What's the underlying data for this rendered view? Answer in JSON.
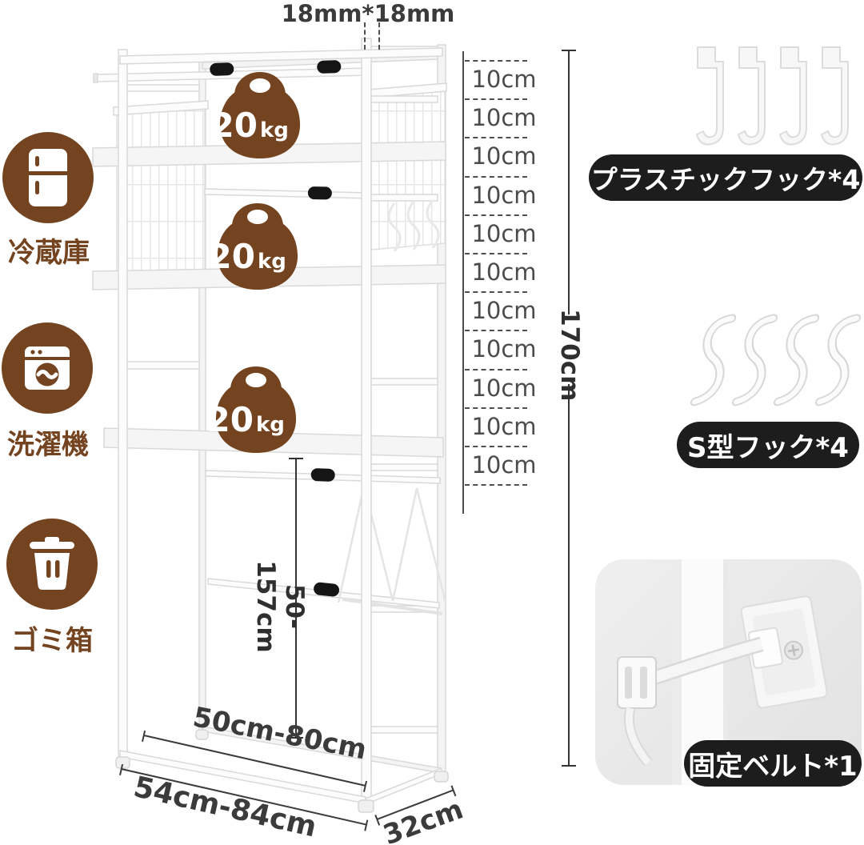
{
  "colors": {
    "brown": "#74431f",
    "pill_bg": "#1d1d1d",
    "pill_text": "#ffffff",
    "dimension_text": "#3b3b3b",
    "frame_white": "#fcfcfc",
    "frame_edge": "#d9d9d9"
  },
  "annotations": {
    "tube_size": "18mm*18mm",
    "segments": [
      "10cm",
      "10cm",
      "10cm",
      "10cm",
      "10cm",
      "10cm",
      "10cm",
      "10cm",
      "10cm",
      "10cm",
      "10cm"
    ],
    "total_height": "170cm",
    "inner_height": "50-157cm",
    "inner_width": "50cm-80cm",
    "outer_width": "54cm-84cm",
    "depth": "32cm"
  },
  "load_badge": {
    "value": "20",
    "unit": "kg"
  },
  "appliances": [
    {
      "label": "冷蔵庫",
      "icon": "refrigerator-icon"
    },
    {
      "label": "洗濯機",
      "icon": "washing-machine-icon"
    },
    {
      "label": "ゴミ箱",
      "icon": "trash-bin-icon"
    }
  ],
  "accessories": [
    {
      "label": "プラスチックフック*4",
      "count": 4
    },
    {
      "label": "S型フック*4",
      "count": 4
    },
    {
      "label": "固定ベルト*1",
      "count": 1
    }
  ]
}
